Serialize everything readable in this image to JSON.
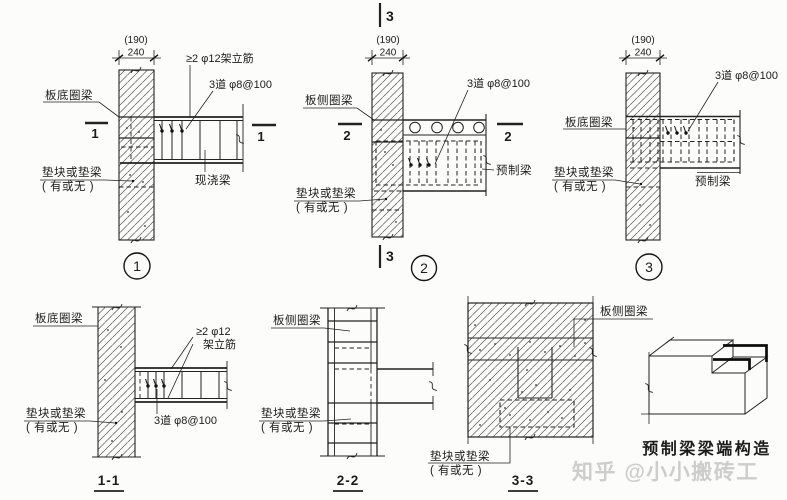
{
  "watermark": "知乎 @小小搬砖工",
  "caption": "预制梁梁端构造",
  "labels": {
    "slab_bottom_ring_beam": "板底圈梁",
    "slab_side_ring_beam": "板侧圈梁",
    "pad_line1": "垫块或垫梁",
    "pad_line2": "( 有或无 )",
    "cast_in_situ_beam": "现浇梁",
    "precast_beam": "预制梁",
    "erection_bar_note": "≥2 φ12架立筋",
    "erection_bar_l1": "≥2 φ12",
    "erection_bar_l2": "架立筋",
    "stirrup_note": "3道 φ8@100",
    "dim_paren": "(190)",
    "dim_240": "240"
  },
  "section_marks": {
    "one": "1",
    "two": "2",
    "three": "3"
  },
  "bubbles": {
    "one": "1",
    "two": "2",
    "three": "3"
  },
  "titles": {
    "s11": "1-1",
    "s22": "2-2",
    "s33": "3-3"
  }
}
